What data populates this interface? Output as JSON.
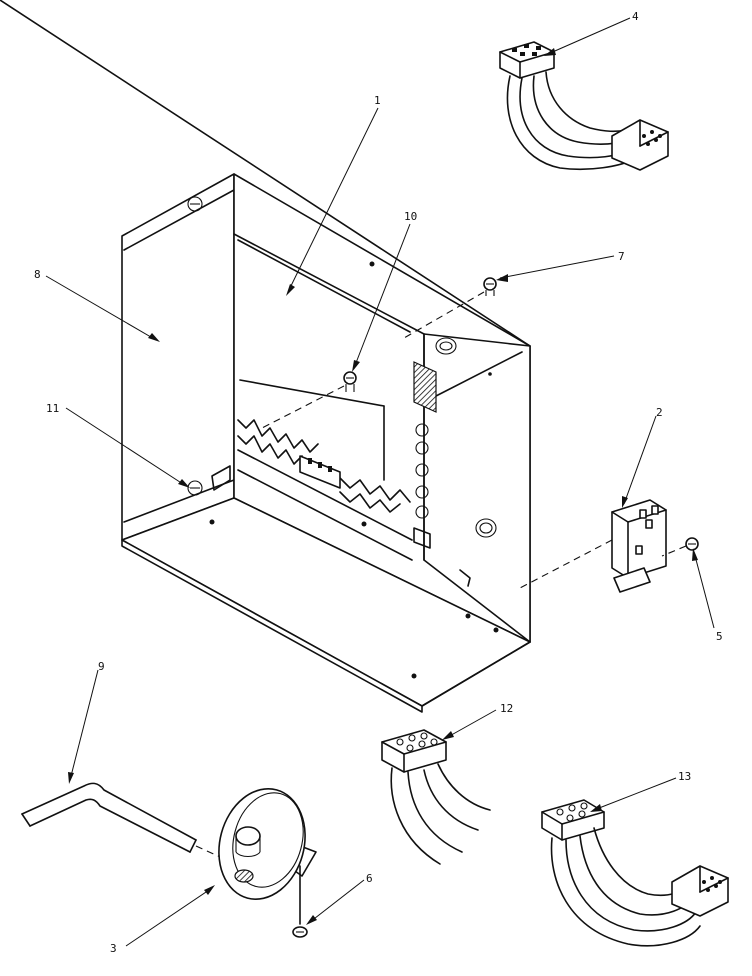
{
  "callouts": {
    "c1": "1",
    "c2": "2",
    "c3": "3",
    "c4": "4",
    "c5": "5",
    "c6": "6",
    "c7": "7",
    "c8": "8",
    "c9": "9",
    "c10": "10",
    "c11": "11",
    "c12": "12",
    "c13": "13"
  },
  "colors": {
    "ink": "#111111",
    "paper": "#ffffff"
  }
}
